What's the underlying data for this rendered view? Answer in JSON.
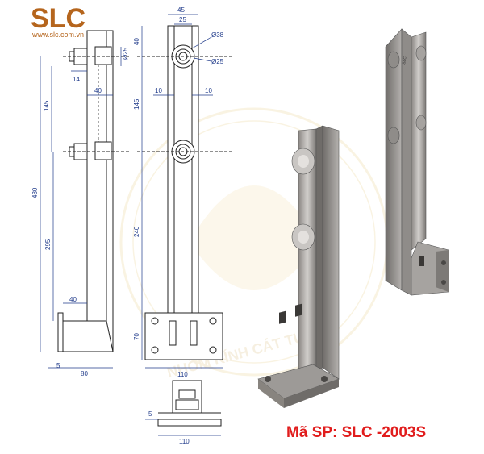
{
  "brand": {
    "logo_text": "SLC",
    "website": "www.slc.com.vn",
    "logo_color": "#b5651d"
  },
  "watermark_text": "NHÔM KÍNH CÁT TƯỜNG",
  "product_code": "Mã SP: SLC -2003S",
  "dimensions": {
    "side": {
      "d25": "Ø25",
      "w14": "14",
      "w40_top": "40",
      "h145": "145",
      "h480": "480",
      "h295": "295",
      "w40_bottom": "40",
      "h5": "5",
      "w80": "80"
    },
    "front": {
      "w45": "45",
      "w25": "25",
      "h40": "40",
      "d38": "Ø38",
      "d25": "Ø25",
      "h145": "145",
      "w10_left": "10",
      "w10_right": "10",
      "h240": "240",
      "h70": "70",
      "w110": "110"
    },
    "bottom": {
      "h5": "5",
      "w110": "110"
    }
  },
  "colors": {
    "line": "#222222",
    "dimension": "#1f3a8a",
    "sku": "#e11d1d",
    "metal_light": "#b9b6b3",
    "metal_dark": "#7d7a77"
  }
}
